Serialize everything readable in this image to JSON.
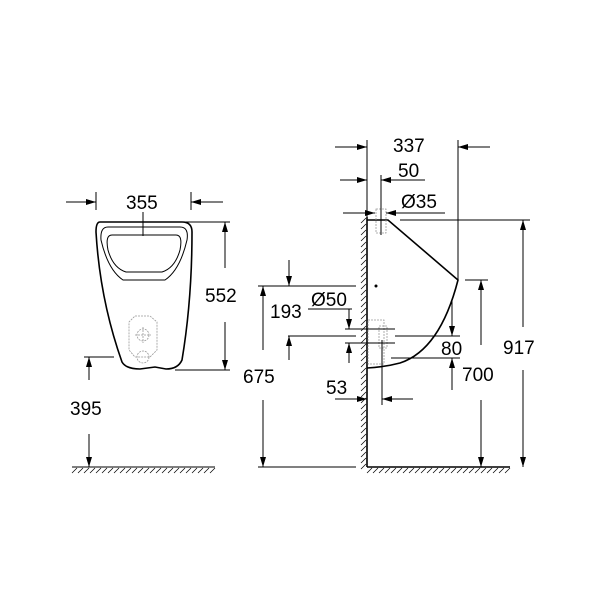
{
  "front_view": {
    "width_dim": "355",
    "height_dim": "552",
    "outlet_height_dim": "395"
  },
  "side_view": {
    "depth_dim": "337",
    "inlet_offset_dim": "50",
    "inlet_diameter_dim": "Ø35",
    "outlet_diameter_dim": "Ø50",
    "outlet_spacing_dim": "193",
    "outlet_height_dim": "675",
    "outlet_wall_dim": "53",
    "rim_drop_dim": "80",
    "rim_height_dim": "700",
    "total_height_dim": "917"
  },
  "colors": {
    "line": "#000000",
    "hidden": "#999999",
    "background": "#ffffff"
  }
}
